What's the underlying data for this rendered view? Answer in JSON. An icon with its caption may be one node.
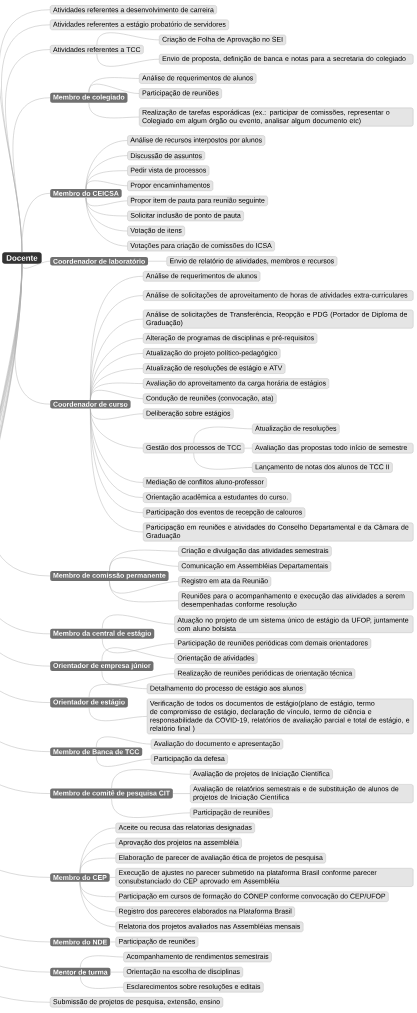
{
  "diagram": {
    "nodes": [
      {
        "text": [
          "Docente"
        ]
      },
      {
        "text": [
          "Atividades referentes a desenvolvimento de carreira"
        ]
      },
      {
        "text": [
          "Atividades referentes a estágio probatório de servidores"
        ]
      },
      {
        "text": [
          "Atividades referentes a TCC"
        ]
      },
      {
        "text": [
          "Criação de Folha de Aprovação no SEI"
        ]
      },
      {
        "text": [
          "Envio de proposta, definição de banca e notas para a secretaria do colegiado"
        ]
      },
      {
        "text": [
          "Membro de colegiado"
        ]
      },
      {
        "text": [
          "Análise de requerimentos de alunos"
        ]
      },
      {
        "text": [
          "Participação de reuniões"
        ]
      },
      {
        "text": [
          "Realização de tarefas esporádicas (ex.: participar de comissões, representar o Colegiado em algum órgão ou evento, analisar algum documento etc)"
        ]
      },
      {
        "text": [
          "Membro do CEICSA"
        ]
      },
      {
        "text": [
          "Análise de recursos interpostos por alunos"
        ]
      },
      {
        "text": [
          "Discussão de assuntos"
        ]
      },
      {
        "text": [
          "Pedir vista de processos"
        ]
      },
      {
        "text": [
          "Propor encaminhamentos"
        ]
      },
      {
        "text": [
          "Propor item de pauta para reunião seguinte"
        ]
      },
      {
        "text": [
          "Solicitar inclusão de ponto de pauta"
        ]
      },
      {
        "text": [
          "Votação de itens"
        ]
      },
      {
        "text": [
          "Votações para criação de comissões do ICSA"
        ]
      },
      {
        "text": [
          "Coordenador de laboratório"
        ]
      },
      {
        "text": [
          "Envio de relatório de atividades, membros e recursos"
        ]
      },
      {
        "text": [
          "Coordenador de curso"
        ]
      },
      {
        "text": [
          "Análise de requerimentos de alunos"
        ]
      },
      {
        "text": [
          "Análise de solicitações de aproveitamento de horas de atividades extra-curriculares"
        ]
      },
      {
        "text": [
          "Análise de solicitações de Transferência, Reopção e PDG (Portador de Diploma de Graduação)"
        ]
      },
      {
        "text": [
          "Alteração de programas de disciplinas e pré-requisitos"
        ]
      },
      {
        "text": [
          "Atualização do projeto político-pedagógico"
        ]
      },
      {
        "text": [
          "Atualização de resoluções de estágio e ATV"
        ]
      },
      {
        "text": [
          "Avaliação do aproveitamento da carga horária de estágios"
        ]
      },
      {
        "text": [
          "Condução de reuniões (convocação, ata)"
        ]
      },
      {
        "text": [
          "Deliberação sobre estágios"
        ]
      },
      {
        "text": [
          "Gestão dos processos de TCC"
        ]
      },
      {
        "text": [
          "Atualização de resoluções"
        ]
      },
      {
        "text": [
          "Avaliação das propostas todo início de semestre"
        ]
      },
      {
        "text": [
          "Lançamento de notas dos alunos de TCC II"
        ]
      },
      {
        "text": [
          "Mediação de conflitos aluno-professor"
        ]
      },
      {
        "text": [
          "Orientação acadêmica a estudantes do curso."
        ]
      },
      {
        "text": [
          "Participação dos eventos de recepção de calouros"
        ]
      },
      {
        "text": [
          "Participação em reuniões e atividades do Conselho Departamental e da Câmara de Graduação"
        ]
      },
      {
        "text": [
          "Membro de comissão permanente"
        ]
      },
      {
        "text": [
          "Criação e divulgação das atividades semestrais"
        ]
      },
      {
        "text": [
          "Comunicação em Assembléias Departamentais"
        ]
      },
      {
        "text": [
          "Registro em ata da Reunião"
        ]
      },
      {
        "text": [
          "Reuniões para o acompanhamento e execução das atividades a serem desempenhadas conforme resolução"
        ]
      },
      {
        "text": [
          "Membro da central de estágio"
        ]
      },
      {
        "text": [
          "Atuação no projeto de um sistema único de estágio da UFOP, juntamente com aluno bolsista"
        ]
      },
      {
        "text": [
          "Participação de reuniões periódicas com demais orientadores"
        ]
      },
      {
        "text": [
          "Orientador de empresa júnior"
        ]
      },
      {
        "text": [
          "Orientação de atividades"
        ]
      },
      {
        "text": [
          "Realização de reuniões periódicas de orientação técnica"
        ]
      },
      {
        "text": [
          "Orientador de estágio"
        ]
      },
      {
        "text": [
          "Detalhamento do processo de estágio aos alunos"
        ]
      },
      {
        "text": [
          "Verificação de todos os documentos de estágio(plano de estágio, termo de compromisso de estágio, declaração de vínculo, termo de ciência e responsabilidade da COVID-19, relatórios de avaliação parcial e total de estágio, e relatório final )"
        ]
      },
      {
        "text": [
          "Membro de Banca de TCC"
        ]
      },
      {
        "text": [
          "Avaliação do documento e apresentação"
        ]
      },
      {
        "text": [
          "Participação da defesa"
        ]
      },
      {
        "text": [
          "Membro de comitê de pesquisa CIT"
        ]
      },
      {
        "text": [
          "Avaliação de projetos de Iniciação Científica"
        ]
      },
      {
        "text": [
          "Avaliação de relatórios semestrais e de substituição de alunos de projetos de Iniciação Científica"
        ]
      },
      {
        "text": [
          "Participação de reuniões"
        ]
      },
      {
        "text": [
          "Membro do CEP"
        ]
      },
      {
        "text": [
          "Aceite ou recusa das relatorias designadas"
        ]
      },
      {
        "text": [
          "Aprovação dos projetos na assembléia"
        ]
      },
      {
        "text": [
          "Elaboração de parecer de avaliação ética de projetos de pesquisa"
        ]
      },
      {
        "text": [
          "Execução de ajustes no parecer submetido na plataforma Brasil conforme parecer consubstanciado do CEP aprovado em Assembléia"
        ]
      },
      {
        "text": [
          "Participação em cursos de formação do CONEP conforme convocação do CEP/UFOP"
        ]
      },
      {
        "text": [
          "Registro dos pareceres elaborados na Plataforma Brasil"
        ]
      },
      {
        "text": [
          "Relatoria dos projetos avaliados nas Assembléias mensais"
        ]
      },
      {
        "text": [
          "Membro do NDE"
        ]
      },
      {
        "text": [
          "Participação de reuniões"
        ]
      },
      {
        "text": [
          "Mentor de turma"
        ]
      },
      {
        "text": [
          "Acompanhamento de rendimentos semestrais"
        ]
      },
      {
        "text": [
          "Orientação na escolha de disciplinas"
        ]
      },
      {
        "text": [
          "Esclarecimentos sobre resoluções e editais"
        ]
      },
      {
        "text": [
          "Submissão de projetos de pesquisa, extensão, ensino"
        ]
      }
    ],
    "edges": [
      {
        "from": 0,
        "to": 1,
        "arrow": "none"
      },
      {
        "from": 0,
        "to": 2,
        "arrow": "none"
      },
      {
        "from": 0,
        "to": 3,
        "arrow": "none"
      },
      {
        "from": 3,
        "to": 4,
        "arrow": "none"
      },
      {
        "from": 3,
        "to": 5,
        "arrow": "none"
      },
      {
        "from": 0,
        "to": 6,
        "arrow": "none"
      },
      {
        "from": 6,
        "to": 7,
        "arrow": "none"
      },
      {
        "from": 6,
        "to": 8,
        "arrow": "none"
      },
      {
        "from": 6,
        "to": 9,
        "arrow": "none"
      },
      {
        "from": 0,
        "to": 10,
        "arrow": "none"
      },
      {
        "from": 10,
        "to": 11,
        "arrow": "none"
      },
      {
        "from": 10,
        "to": 12,
        "arrow": "none"
      },
      {
        "from": 10,
        "to": 13,
        "arrow": "none"
      },
      {
        "from": 10,
        "to": 14,
        "arrow": "none"
      },
      {
        "from": 10,
        "to": 15,
        "arrow": "none"
      },
      {
        "from": 10,
        "to": 16,
        "arrow": "none"
      },
      {
        "from": 10,
        "to": 17,
        "arrow": "none"
      },
      {
        "from": 10,
        "to": 18,
        "arrow": "none"
      },
      {
        "from": 0,
        "to": 19,
        "arrow": "none"
      },
      {
        "from": 19,
        "to": 20,
        "arrow": "none"
      },
      {
        "from": 0,
        "to": 21,
        "arrow": "none"
      },
      {
        "from": 21,
        "to": 22,
        "arrow": "none"
      },
      {
        "from": 21,
        "to": 23,
        "arrow": "none"
      },
      {
        "from": 21,
        "to": 24,
        "arrow": "none"
      },
      {
        "from": 21,
        "to": 25,
        "arrow": "none"
      },
      {
        "from": 21,
        "to": 26,
        "arrow": "none"
      },
      {
        "from": 21,
        "to": 27,
        "arrow": "none"
      },
      {
        "from": 21,
        "to": 28,
        "arrow": "none"
      },
      {
        "from": 21,
        "to": 29,
        "arrow": "none"
      },
      {
        "from": 21,
        "to": 30,
        "arrow": "none"
      },
      {
        "from": 21,
        "to": 31,
        "arrow": "none"
      },
      {
        "from": 31,
        "to": 32,
        "arrow": "none"
      },
      {
        "from": 31,
        "to": 33,
        "arrow": "none"
      },
      {
        "from": 31,
        "to": 34,
        "arrow": "none"
      },
      {
        "from": 21,
        "to": 35,
        "arrow": "none"
      },
      {
        "from": 21,
        "to": 36,
        "arrow": "none"
      },
      {
        "from": 21,
        "to": 37,
        "arrow": "none"
      },
      {
        "from": 21,
        "to": 38,
        "arrow": "none"
      },
      {
        "from": 0,
        "to": 39,
        "arrow": "none"
      },
      {
        "from": 39,
        "to": 40,
        "arrow": "none"
      },
      {
        "from": 39,
        "to": 41,
        "arrow": "none"
      },
      {
        "from": 39,
        "to": 42,
        "arrow": "none"
      },
      {
        "from": 39,
        "to": 43,
        "arrow": "none"
      },
      {
        "from": 0,
        "to": 44,
        "arrow": "none"
      },
      {
        "from": 44,
        "to": 45,
        "arrow": "none"
      },
      {
        "from": 44,
        "to": 46,
        "arrow": "none"
      },
      {
        "from": 0,
        "to": 47,
        "arrow": "none"
      },
      {
        "from": 47,
        "to": 48,
        "arrow": "none"
      },
      {
        "from": 47,
        "to": 49,
        "arrow": "none"
      },
      {
        "from": 0,
        "to": 50,
        "arrow": "none"
      },
      {
        "from": 50,
        "to": 51,
        "arrow": "none"
      },
      {
        "from": 50,
        "to": 52,
        "arrow": "none"
      },
      {
        "from": 0,
        "to": 53,
        "arrow": "none"
      },
      {
        "from": 53,
        "to": 54,
        "arrow": "none"
      },
      {
        "from": 53,
        "to": 55,
        "arrow": "none"
      },
      {
        "from": 0,
        "to": 56,
        "arrow": "none"
      },
      {
        "from": 56,
        "to": 57,
        "arrow": "none"
      },
      {
        "from": 56,
        "to": 58,
        "arrow": "none"
      },
      {
        "from": 56,
        "to": 59,
        "arrow": "none"
      },
      {
        "from": 0,
        "to": 60,
        "arrow": "none"
      },
      {
        "from": 60,
        "to": 61,
        "arrow": "none"
      },
      {
        "from": 60,
        "to": 62,
        "arrow": "none"
      },
      {
        "from": 60,
        "to": 63,
        "arrow": "none"
      },
      {
        "from": 60,
        "to": 64,
        "arrow": "none"
      },
      {
        "from": 60,
        "to": 65,
        "arrow": "none"
      },
      {
        "from": 60,
        "to": 66,
        "arrow": "none"
      },
      {
        "from": 60,
        "to": 67,
        "arrow": "none"
      },
      {
        "from": 0,
        "to": 68,
        "arrow": "none"
      },
      {
        "from": 68,
        "to": 69,
        "arrow": "none"
      },
      {
        "from": 0,
        "to": 70,
        "arrow": "none"
      },
      {
        "from": 70,
        "to": 71,
        "arrow": "none"
      },
      {
        "from": 70,
        "to": 72,
        "arrow": "none"
      },
      {
        "from": 70,
        "to": 73,
        "arrow": "none"
      },
      {
        "from": 0,
        "to": 74,
        "arrow": "none"
      }
    ]
  }
}
